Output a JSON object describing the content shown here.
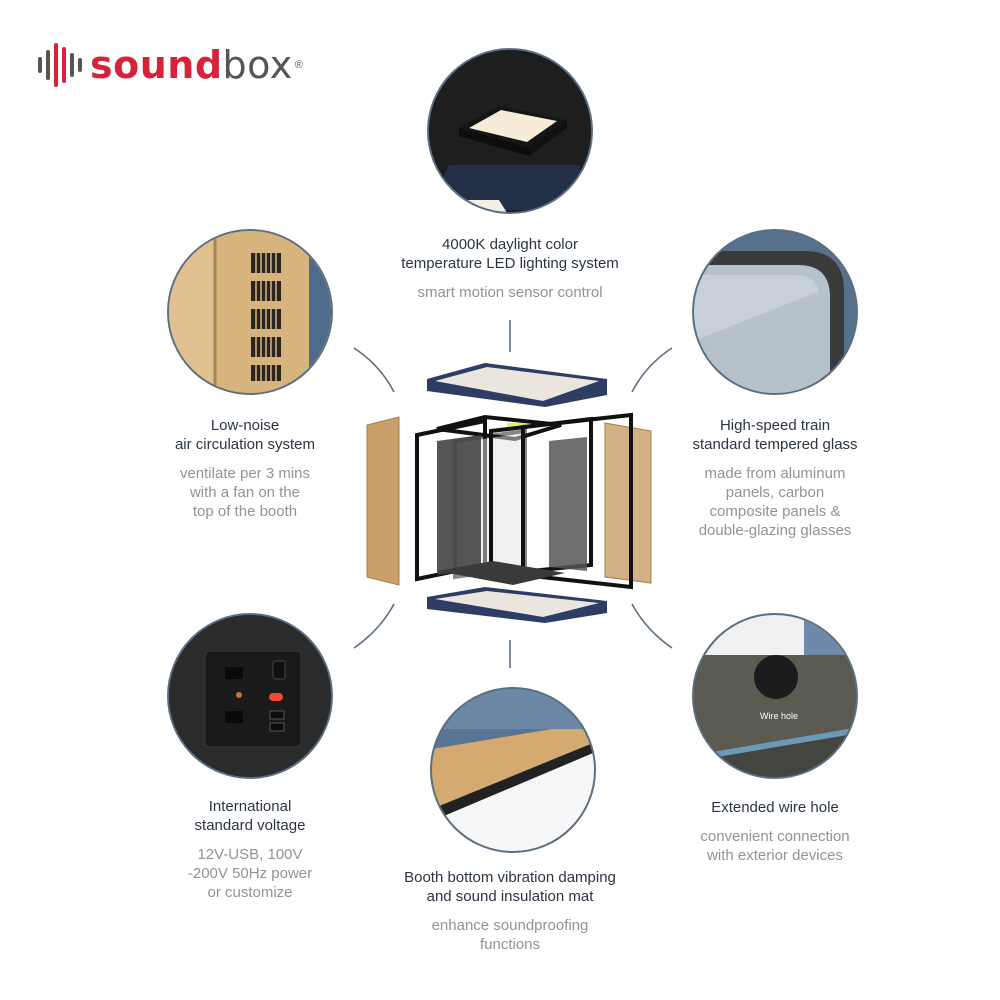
{
  "brand": {
    "name_part1": "sound",
    "name_part2": "box",
    "registered": "®",
    "colors": {
      "red": "#d6223a",
      "gray": "#555555"
    }
  },
  "features": {
    "lighting": {
      "title_line1": "4000K daylight color",
      "title_line2": "temperature LED lighting system",
      "desc_line1": "smart motion sensor control",
      "icon": "led-ceiling-light"
    },
    "air": {
      "title_line1": "Low-noise",
      "title_line2": "air circulation system",
      "desc_line1": "ventilate per 3 mins",
      "desc_line2": "with a fan on the",
      "desc_line3": "top of the booth",
      "icon": "ventilation-grille"
    },
    "glass": {
      "title_line1": "High-speed train",
      "title_line2": "standard tempered glass",
      "desc_line1": "made from aluminum",
      "desc_line2": "panels, carbon",
      "desc_line3": "composite panels &",
      "desc_line4": "double-glazing glasses",
      "icon": "tempered-glass-corner"
    },
    "voltage": {
      "title_line1": "International",
      "title_line2": "standard voltage",
      "desc_line1": "12V-USB, 100V",
      "desc_line2": "-200V 50Hz power",
      "desc_line3": "or customize",
      "icon": "power-socket"
    },
    "mat": {
      "title_line1": "Booth bottom vibration damping",
      "title_line2": "and sound insulation mat",
      "desc_line1": "enhance soundproofing",
      "desc_line2": "functions",
      "icon": "floor-mat"
    },
    "wire": {
      "title_line1": "Extended wire hole",
      "desc_line1": "convenient connection",
      "desc_line2": "with exterior devices",
      "wire_label": "Wire hole",
      "icon": "wire-hole"
    }
  },
  "colors": {
    "title_text": "#2a3542",
    "desc_text": "#8f9498",
    "connector": "#5b6f82",
    "navy": "#2d3d63",
    "wood": "#caa06a"
  }
}
